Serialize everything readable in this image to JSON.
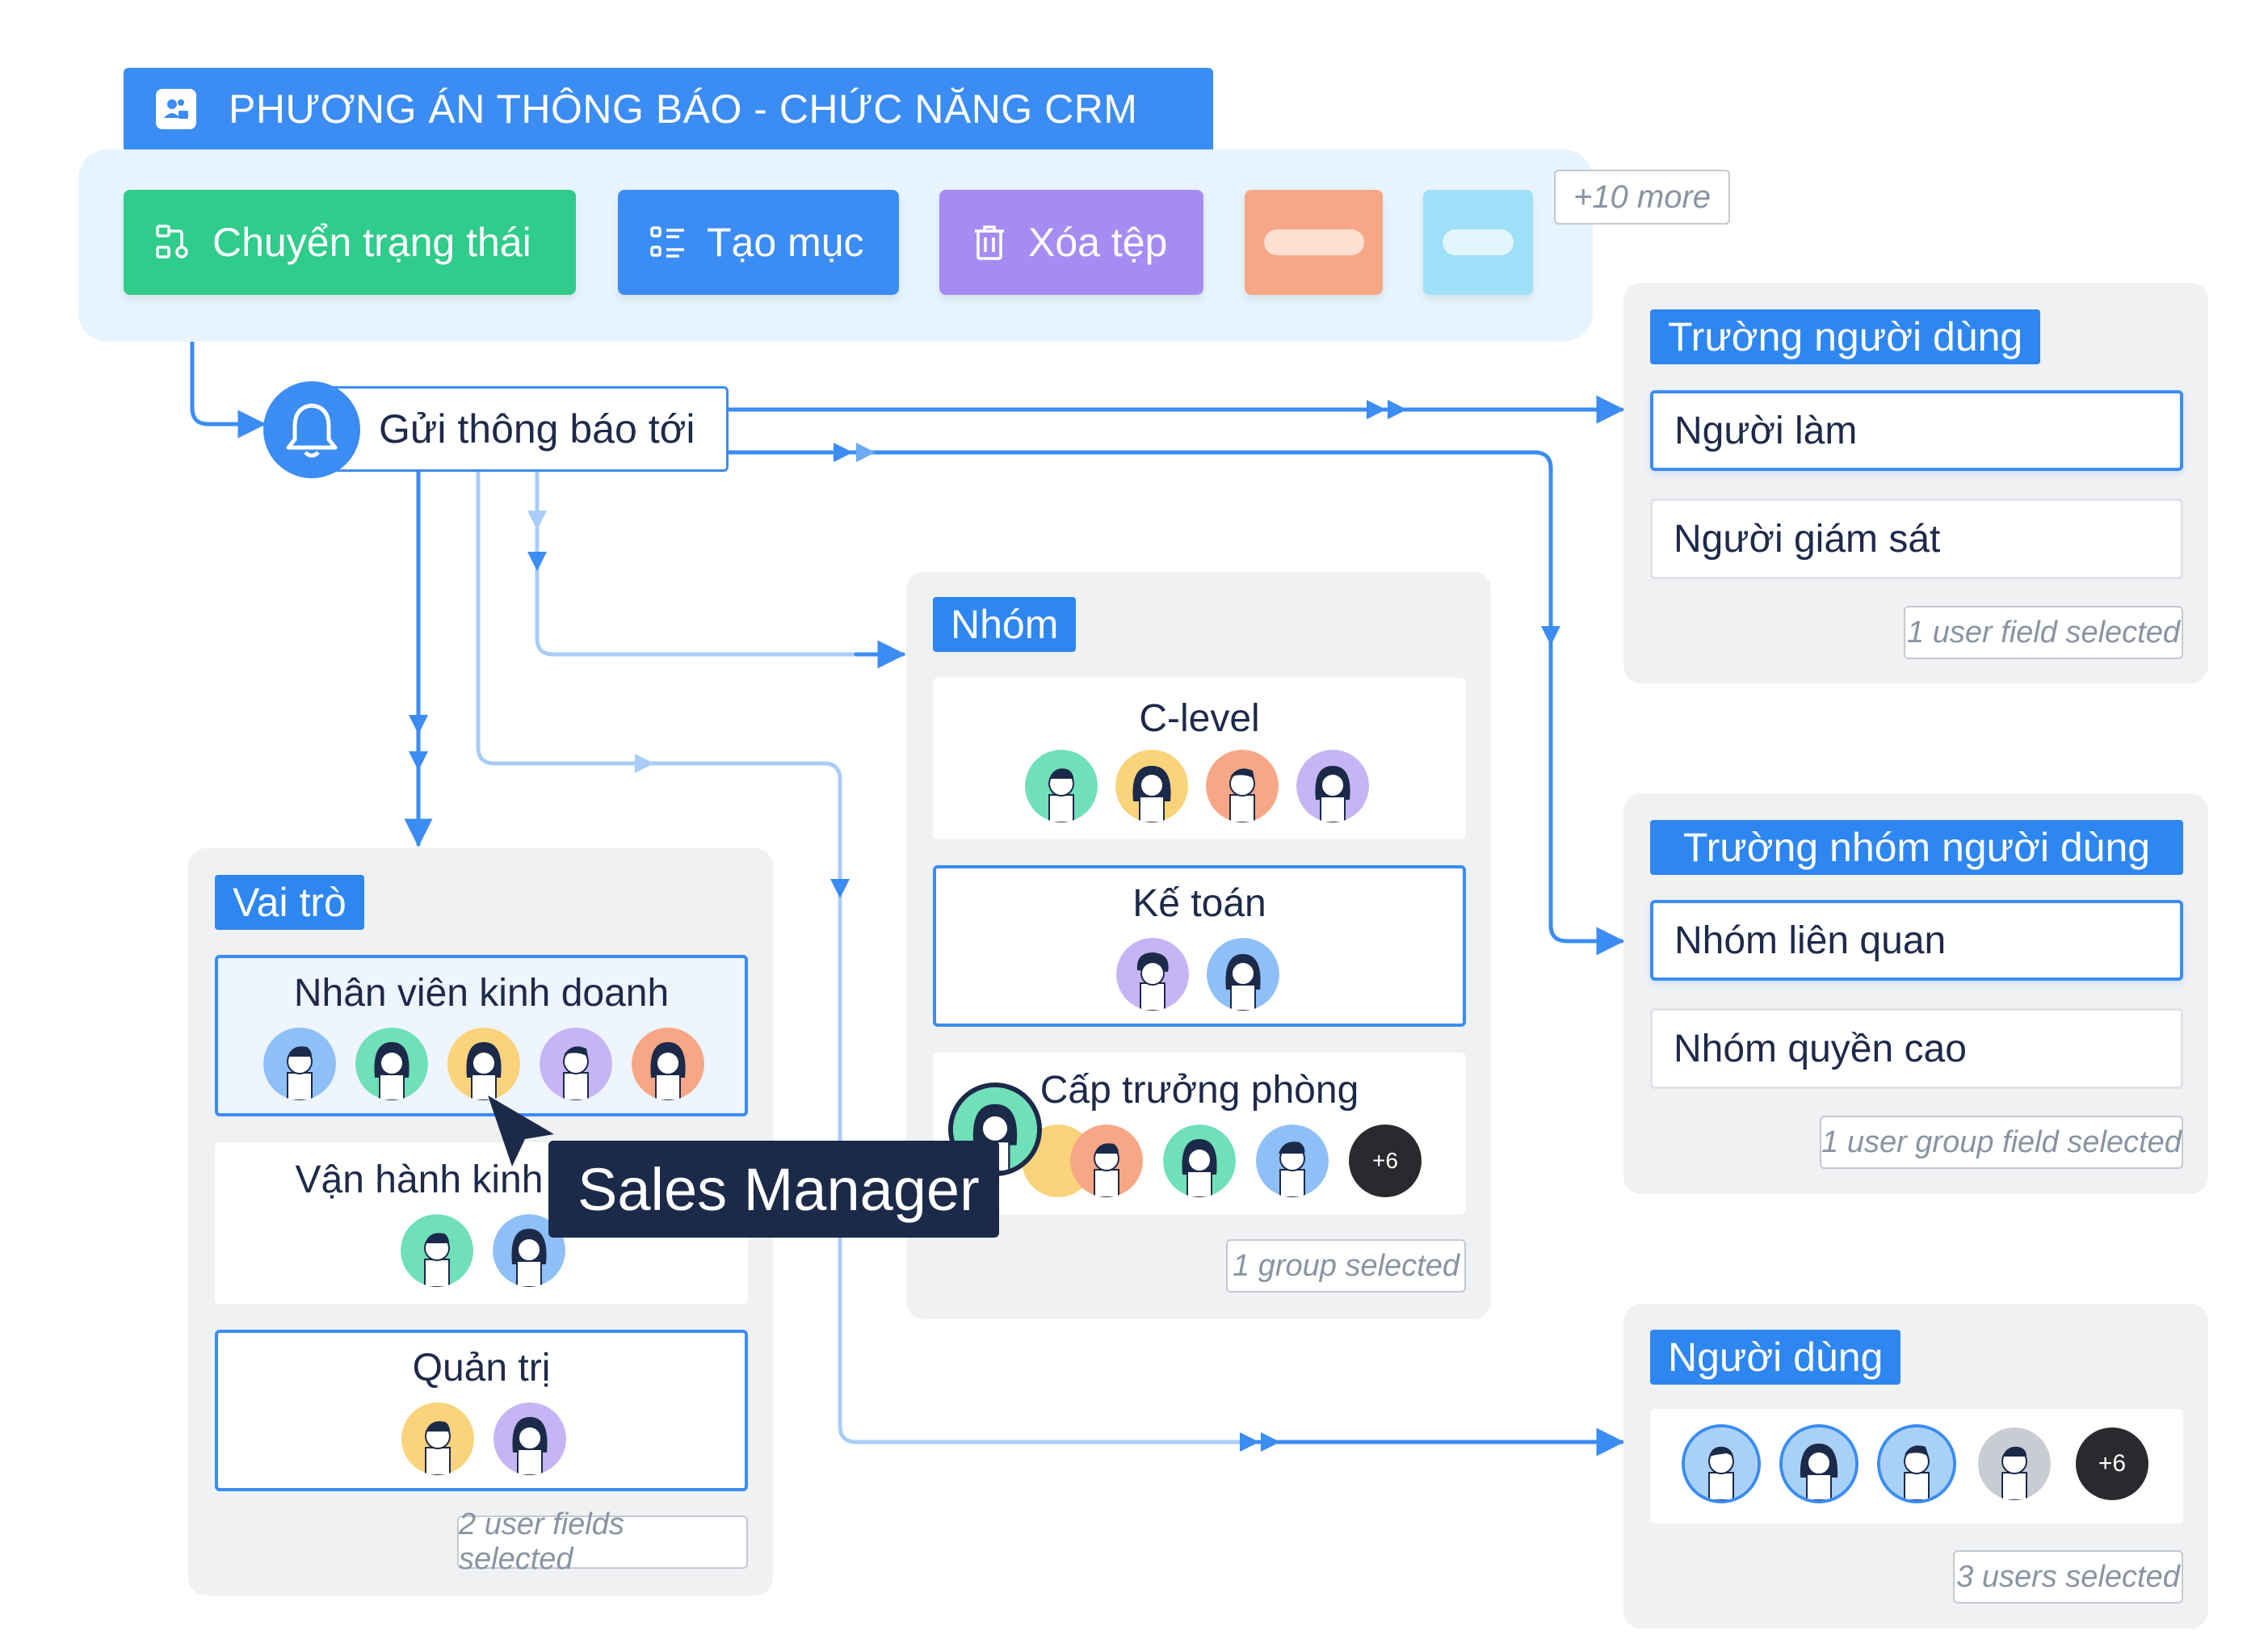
{
  "title": "PHƯƠNG ÁN THÔNG BÁO - CHỨC NĂNG CRM",
  "actions": {
    "status": "Chuyển trạng thái",
    "create": "Tạo mục",
    "delete": "Xóa tệp",
    "more": "+10 more"
  },
  "notify": {
    "label": "Gửi thông báo tới"
  },
  "user_field": {
    "heading": "Trường người dùng",
    "items": [
      "Người làm",
      "Người giám sát"
    ],
    "count": "1 user field selected"
  },
  "user_group_field": {
    "heading": "Trường nhóm người dùng",
    "items": [
      "Nhóm liên quan",
      "Nhóm quyền cao"
    ],
    "count": "1 user group field selected"
  },
  "users": {
    "heading": "Người dùng",
    "more": "+6",
    "count": "3 users selected"
  },
  "groups": {
    "heading": "Nhóm",
    "cards": [
      "C-level",
      "Kế toán",
      "Cấp trưởng phòng"
    ],
    "more": "+6",
    "count": "1 group selected"
  },
  "roles": {
    "heading": "Vai trò",
    "cards": [
      "Nhân viên kinh doanh",
      "Vận hành kinh",
      "Quản trị"
    ],
    "count": "2 user fields selected"
  },
  "tooltip": "Sales Manager",
  "colors": {
    "primary": "#3b8cf3",
    "green": "#2fcc8b",
    "purple": "#a68cf2",
    "peach": "#f7a785",
    "cyan": "#9ee0f7",
    "navy": "#1c2a4a"
  }
}
